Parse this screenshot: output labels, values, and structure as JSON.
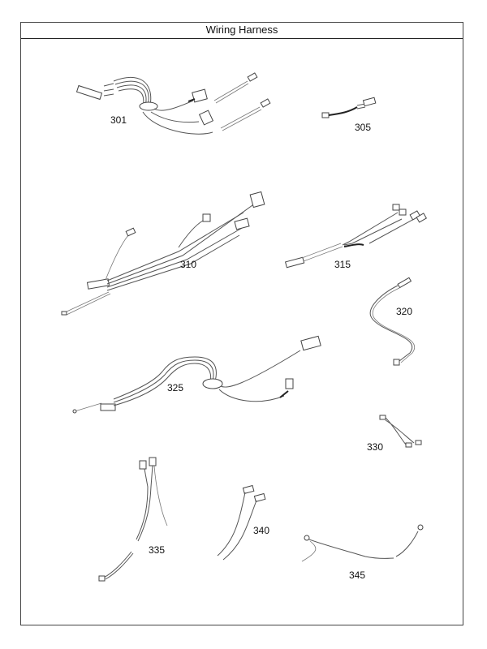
{
  "page": {
    "title": "Wiring Harness"
  },
  "parts": [
    {
      "id": "301",
      "label": "301"
    },
    {
      "id": "305",
      "label": "305"
    },
    {
      "id": "310",
      "label": "310"
    },
    {
      "id": "315",
      "label": "315"
    },
    {
      "id": "320",
      "label": "320"
    },
    {
      "id": "325",
      "label": "325"
    },
    {
      "id": "330",
      "label": "330"
    },
    {
      "id": "335",
      "label": "335"
    },
    {
      "id": "340",
      "label": "340"
    },
    {
      "id": "345",
      "label": "345"
    }
  ],
  "colors": {
    "frame": "#444444",
    "line_art": "#555555",
    "text": "#111111",
    "background": "#ffffff"
  }
}
